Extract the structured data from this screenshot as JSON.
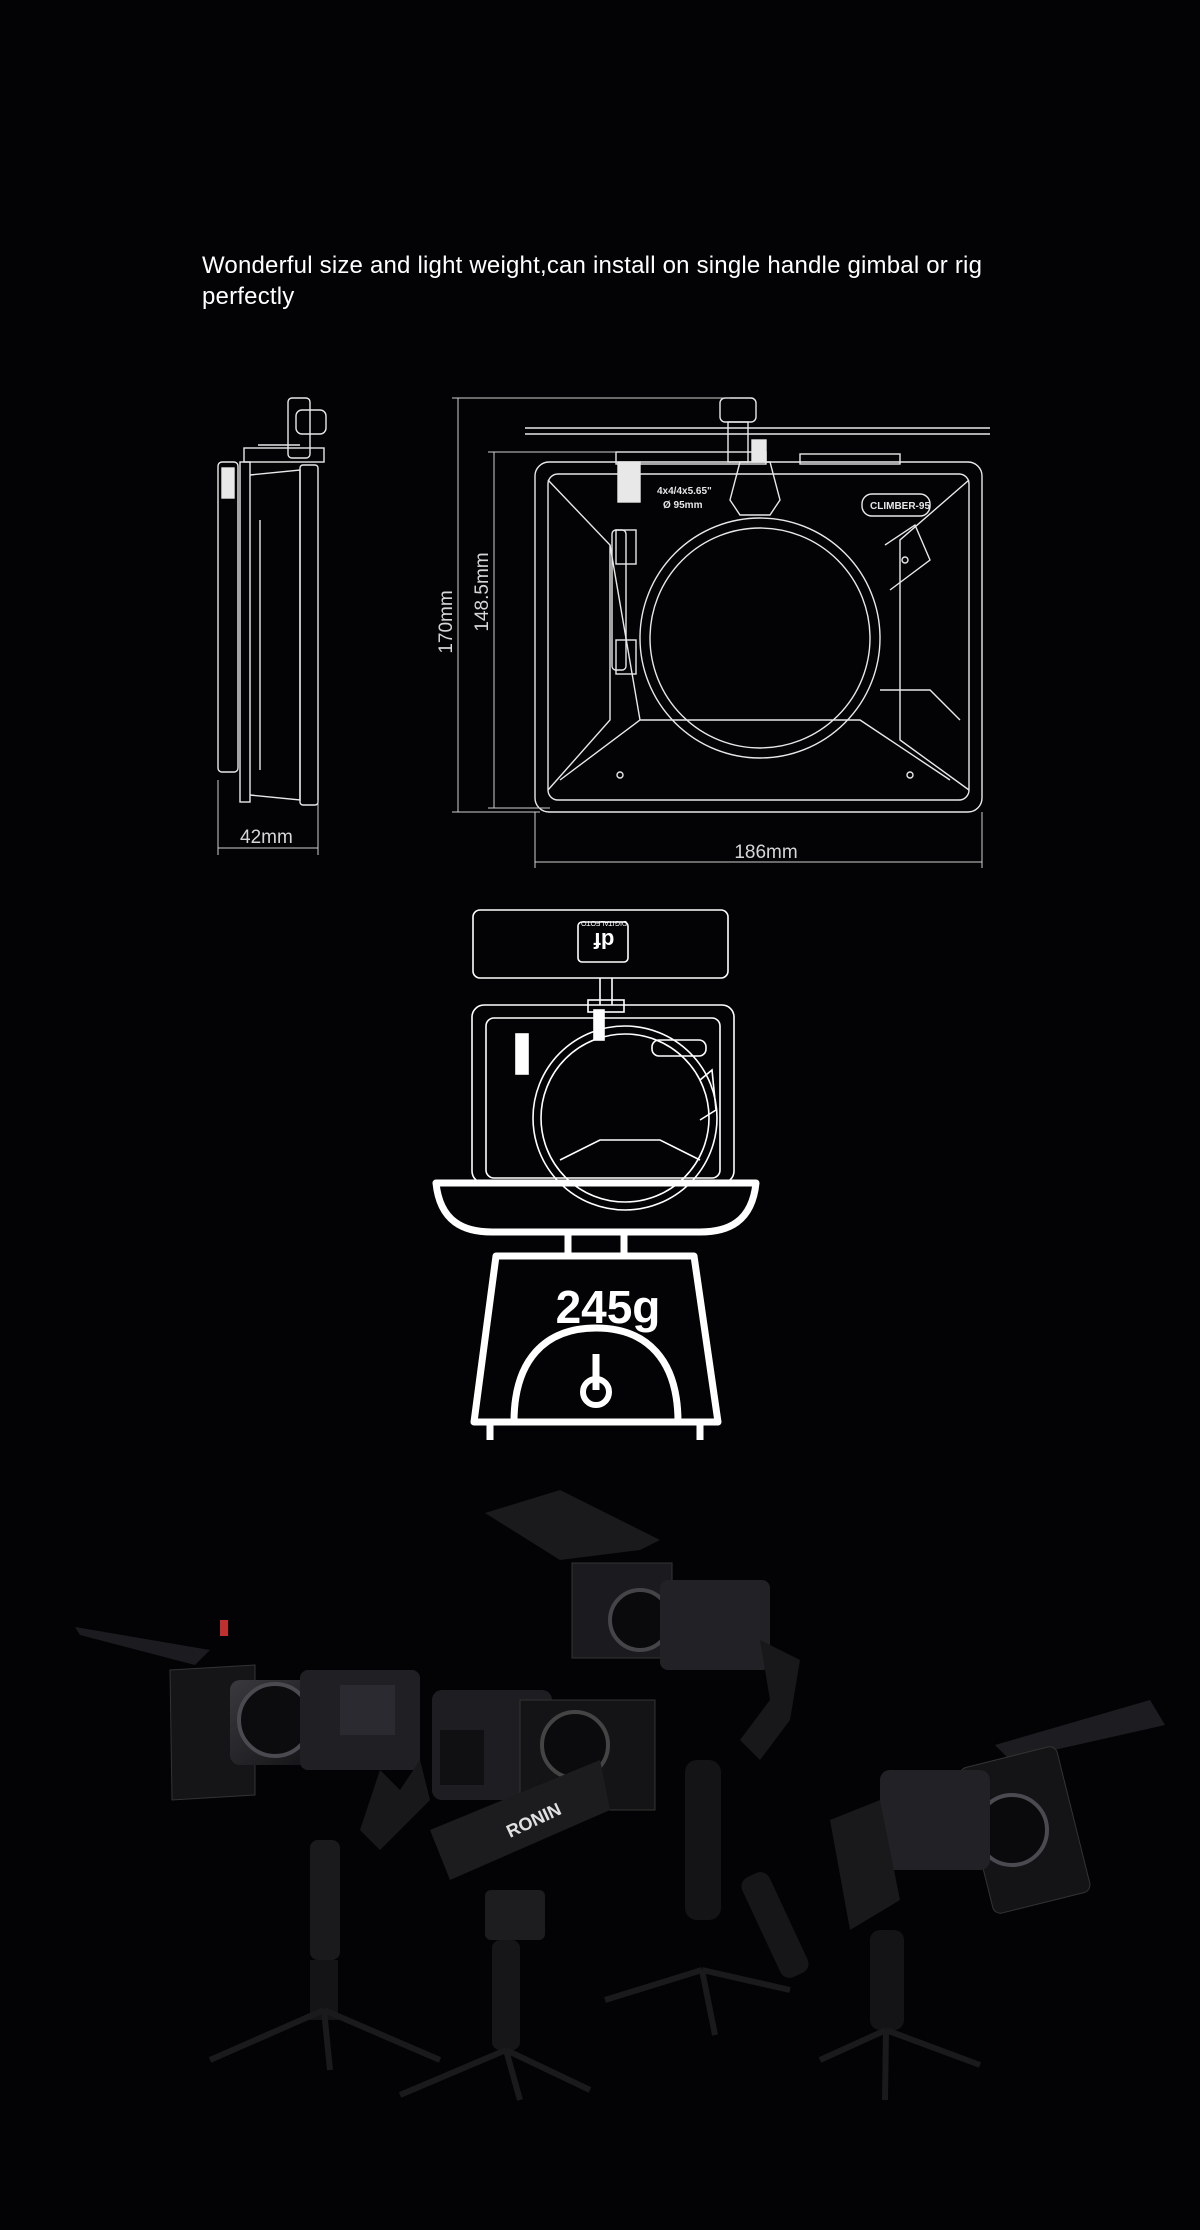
{
  "headline": "Wonderful size and light weight,can install on single handle gimbal or rig perfectly",
  "dimensions": {
    "depth": "42mm",
    "height_outer": "170mm",
    "height_inner": "148.5mm",
    "width": "186mm"
  },
  "drawing_labels": {
    "filter_size": "4x4/4x5.65\"",
    "diameter": "Ø 95mm",
    "model": "CLIMBER-95",
    "brand": "DIGITALFOTO"
  },
  "scale": {
    "weight": "245g"
  },
  "colors": {
    "background": "#030306",
    "line": "#e8e8e8",
    "text": "#ffffff"
  },
  "gimbals": {
    "brand_label": "RONIN"
  }
}
